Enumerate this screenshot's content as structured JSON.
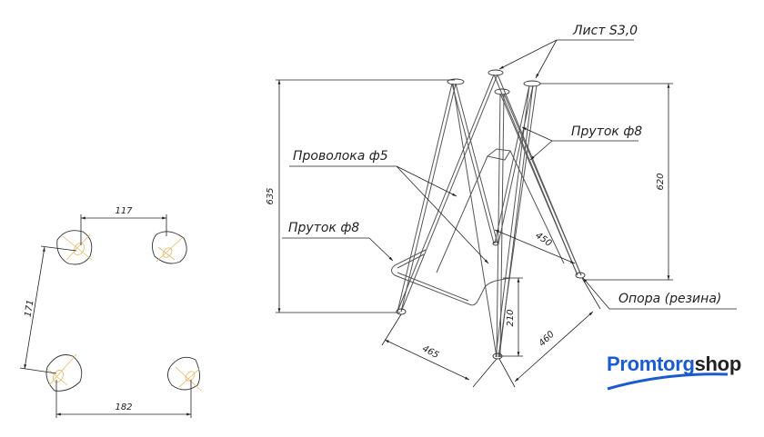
{
  "labels": {
    "sheet": "Лист S3,0",
    "rod_right": "Пруток ф8",
    "wire": "Проволока ф5",
    "rod_left": "Пруток ф8",
    "foot": "Опора (резина)"
  },
  "dimensions": {
    "height_total": "635",
    "height_top": "620",
    "ring_height": "210",
    "diag_inner": "450",
    "base_left": "465",
    "base_right": "460",
    "foot_top": "117",
    "foot_side": "171",
    "foot_bottom": "182"
  },
  "logo": {
    "part1": "Promtorg",
    "part2": "shop",
    "color1": "#1a5ccf",
    "color2": "#222222"
  }
}
